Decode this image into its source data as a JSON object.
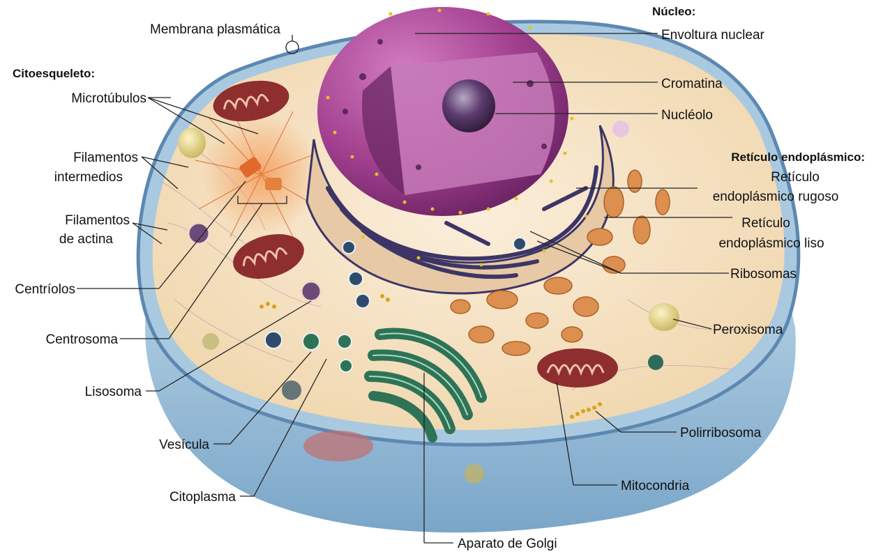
{
  "headers": {
    "nucleus": "Núcleo:",
    "cytoskeleton": "Citoesqueleto:",
    "er": "Retículo endoplásmico:"
  },
  "labels": {
    "membrana": "Membrana plasmática",
    "envoltura": "Envoltura nuclear",
    "cromatina": "Cromatina",
    "nucleolo": "Nucléolo",
    "microtubulos": "Microtúbulos",
    "fil_int_1": "Filamentos",
    "fil_int_2": "intermedios",
    "fil_act_1": "Filamentos",
    "fil_act_2": "de actina",
    "centriolos": "Centríolos",
    "centrosoma": "Centrosoma",
    "lisosoma": "Lisosoma",
    "vesicula": "Vesícula",
    "citoplasma": "Citoplasma",
    "rer_1": "Retículo",
    "rer_2": "endoplásmico rugoso",
    "ser_1": "Retículo",
    "ser_2": "endoplásmico liso",
    "ribosomas": "Ribosomas",
    "peroxisoma": "Peroxisoma",
    "polirribosoma": "Polirribosoma",
    "mitocondria": "Mitocondria",
    "golgi": "Aparato de Golgi"
  },
  "colors": {
    "membrane_blue": "#9cc0db",
    "cytoplasm": "#f6e6c8",
    "nucleus": "#b04a9c",
    "nucleolus": "#5b2a5e",
    "er": "#3c3566",
    "golgi": "#2f7357",
    "mitochondria": "#8f2e2e",
    "smooth_er": "#d98b4a",
    "ribosome": "#d9b21a",
    "centrosome": "#e07a3b"
  }
}
